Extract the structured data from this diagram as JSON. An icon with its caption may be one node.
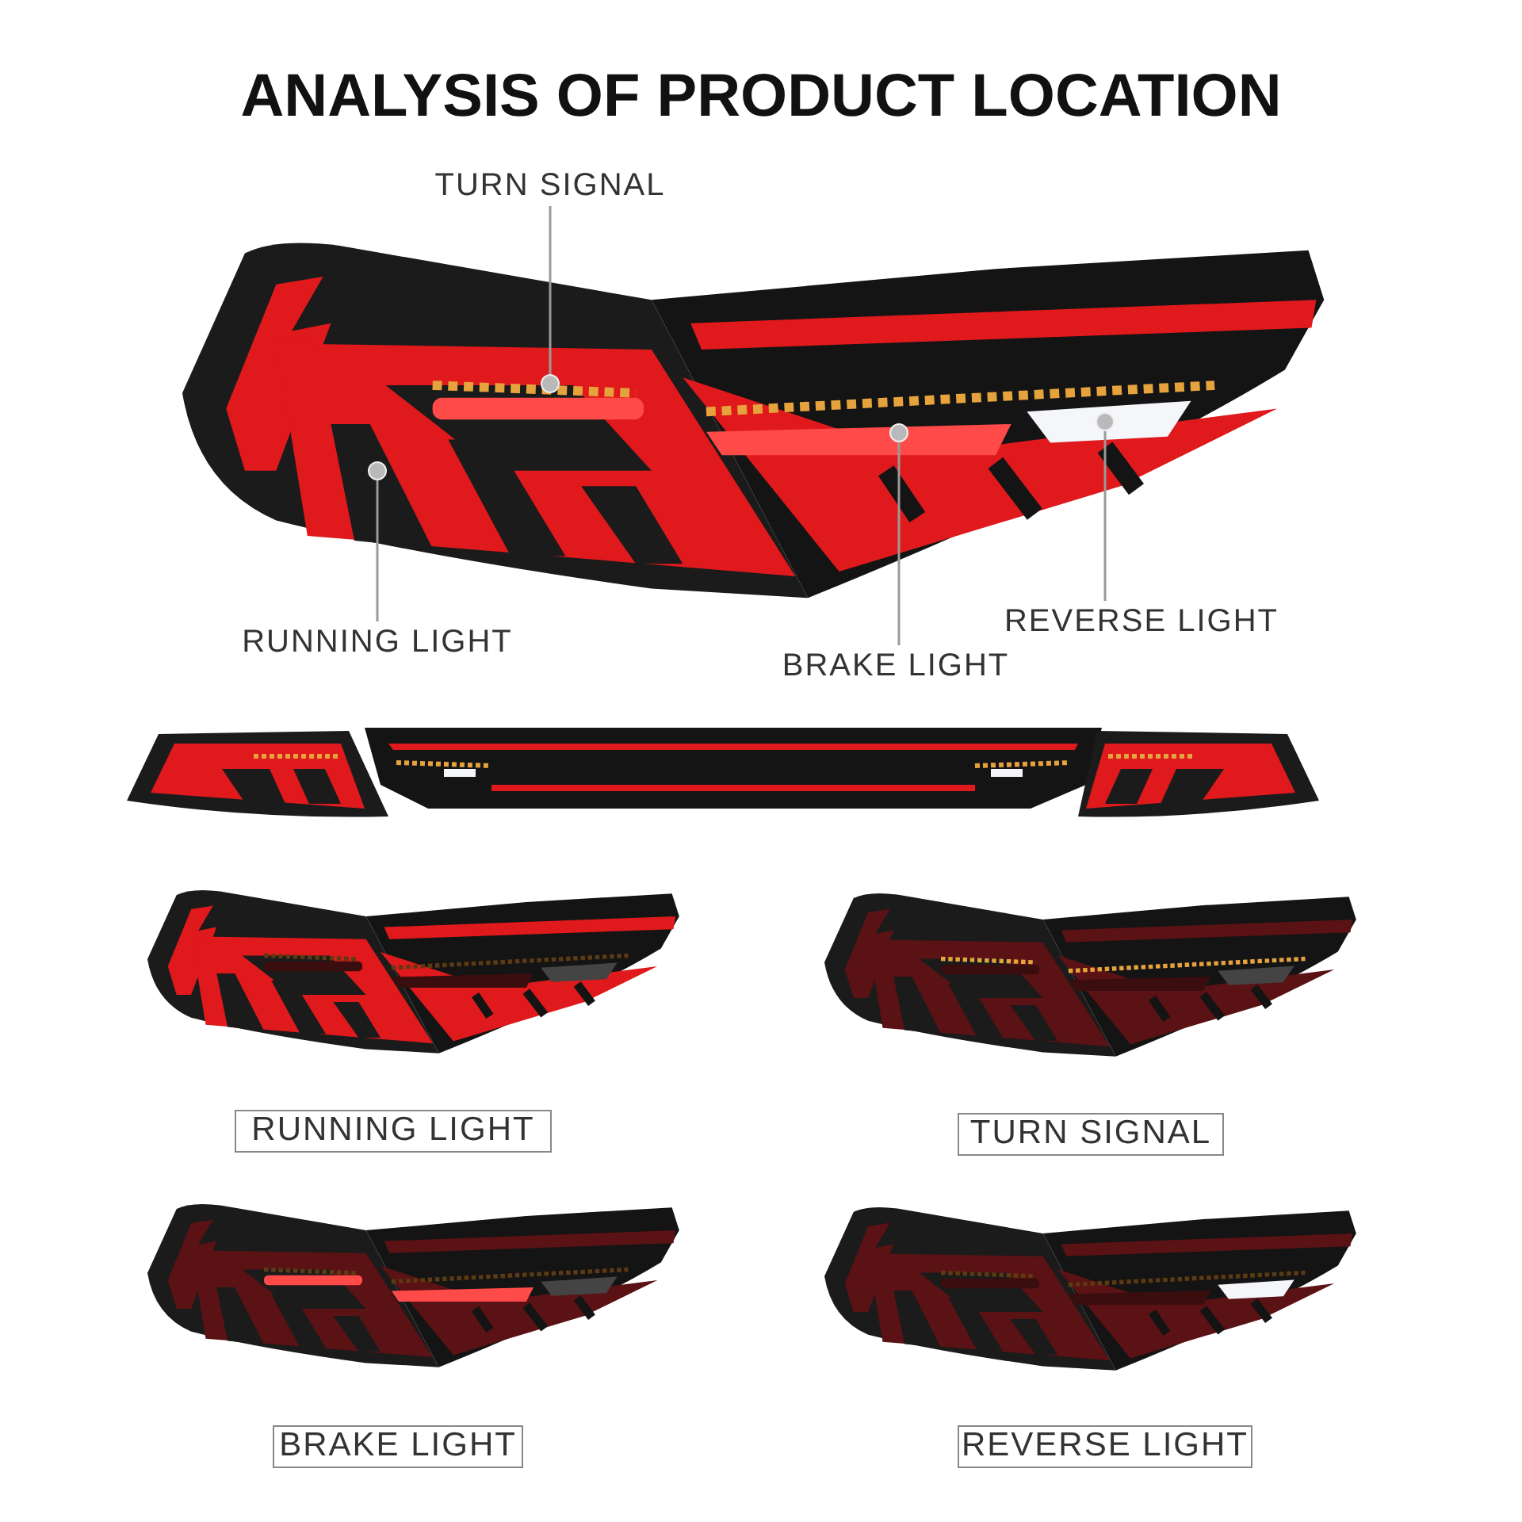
{
  "diagram": {
    "title": "ANALYSIS OF PRODUCT LOCATION",
    "nodes": [
      {
        "text": [
          "TURN SIGNAL"
        ]
      },
      {
        "text": [],
        "shape": "circle"
      },
      {
        "text": [
          "RUNNING LIGHT"
        ]
      },
      {
        "text": [],
        "shape": "circle"
      },
      {
        "text": [
          "BRAKE LIGHT"
        ]
      },
      {
        "text": [],
        "shape": "circle"
      },
      {
        "text": [
          "REVERSE LIGHT"
        ]
      },
      {
        "text": [],
        "shape": "circle"
      },
      {
        "text": [
          "RUNNING LIGHT"
        ]
      },
      {
        "text": [
          "TURN SIGNAL"
        ]
      },
      {
        "text": [
          "BRAKE LIGHT"
        ]
      },
      {
        "text": [
          "REVERSE LIGHT"
        ]
      }
    ],
    "edges": [
      {
        "from": 0,
        "to": 1,
        "arrow": "none"
      },
      {
        "from": 2,
        "to": 3,
        "arrow": "none"
      },
      {
        "from": 4,
        "to": 5,
        "arrow": "none"
      },
      {
        "from": 6,
        "to": 7,
        "arrow": "none"
      }
    ]
  }
}
